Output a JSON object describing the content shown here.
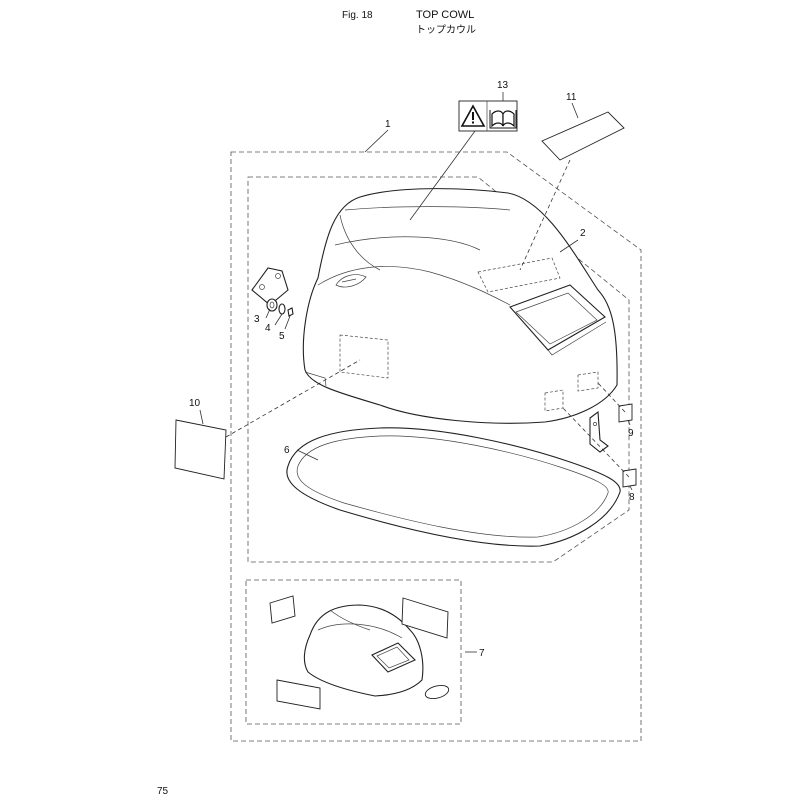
{
  "header": {
    "fig_label": "Fig. 18",
    "title_en": "TOP COWL",
    "title_jp": "トップカウル"
  },
  "page_number": "75",
  "callouts": {
    "c1": "1",
    "c2": "2",
    "c3": "3",
    "c4": "4",
    "c5": "5",
    "c6": "6",
    "c7": "7",
    "c8": "8",
    "c9": "9",
    "c10": "10",
    "c11": "11",
    "c13": "13"
  },
  "icons": [
    "warning-triangle-icon",
    "manual-book-icon"
  ]
}
